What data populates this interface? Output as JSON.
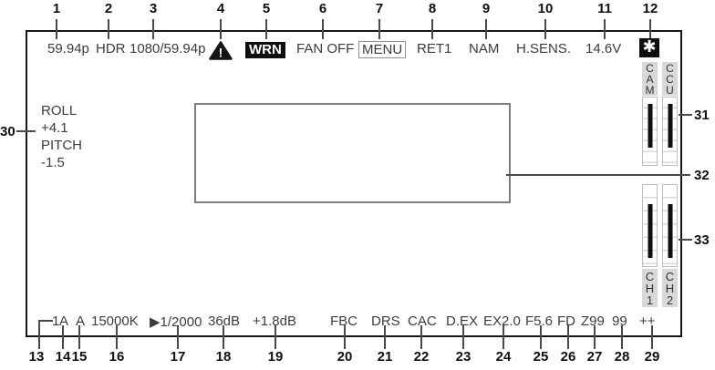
{
  "colors": {
    "frame_border": "#141414",
    "callout_text": "#0f0f0f",
    "leader_line": "#4a4a4a",
    "osd_text": "#3c3c3c",
    "inverted_bg": "#0f0f0f",
    "inverted_text": "#ffffff",
    "label_chip_bg": "#d8d8d8",
    "meter_bar": "#0f0f0f",
    "meter_border": "#bdbdbd",
    "message_box_border": "#7d7d7d"
  },
  "top_callouts": [
    {
      "num": "1",
      "label": "59.94p",
      "style": "plain",
      "name": "osd-59-94p"
    },
    {
      "num": "2",
      "label": "HDR",
      "style": "plain",
      "name": "osd-hdr"
    },
    {
      "num": "3",
      "label": "1080/59.94p",
      "style": "plain",
      "name": "osd-1080-59-94p"
    },
    {
      "num": "4",
      "label": "!",
      "style": "warning-icon",
      "name": "warning-icon"
    },
    {
      "num": "5",
      "label": "WRN",
      "style": "inverted",
      "name": "osd-wrn"
    },
    {
      "num": "6",
      "label": "FAN OFF",
      "style": "plain",
      "name": "osd-fan-off"
    },
    {
      "num": "7",
      "label": "MENU",
      "style": "boxed",
      "name": "osd-menu"
    },
    {
      "num": "8",
      "label": "RET1",
      "style": "plain",
      "name": "osd-ret1"
    },
    {
      "num": "9",
      "label": "NAM",
      "style": "plain",
      "name": "osd-nam"
    },
    {
      "num": "10",
      "label": "H.SENS.",
      "style": "plain",
      "name": "osd-h-sens"
    },
    {
      "num": "11",
      "label": "14.6V",
      "style": "plain",
      "name": "osd-14-6v"
    },
    {
      "num": "12",
      "label": "✱",
      "style": "inverted-icon",
      "name": "asterisk-icon"
    }
  ],
  "bottom_callouts": [
    {
      "num": "13",
      "label": "1",
      "style": "plain",
      "name": "osd-1"
    },
    {
      "num": "14",
      "label": "A",
      "style": "plain",
      "name": "osd-a-first"
    },
    {
      "num": "15",
      "label": "A",
      "style": "plain",
      "name": "osd-a-second"
    },
    {
      "num": "16",
      "label": "15000K",
      "style": "plain",
      "name": "osd-15000k"
    },
    {
      "num": "17",
      "label": "▶1/2000",
      "style": "plain",
      "name": "osd-shutter-1-2000"
    },
    {
      "num": "18",
      "label": "36dB",
      "style": "plain",
      "name": "osd-36db"
    },
    {
      "num": "19",
      "label": "+1.8dB",
      "style": "plain",
      "name": "osd-plus-1-8db"
    },
    {
      "num": "20",
      "label": "FBC",
      "style": "plain",
      "name": "osd-fbc"
    },
    {
      "num": "21",
      "label": "DRS",
      "style": "plain",
      "name": "osd-drs"
    },
    {
      "num": "22",
      "label": "CAC",
      "style": "plain",
      "name": "osd-cac"
    },
    {
      "num": "23",
      "label": "D.EX",
      "style": "plain",
      "name": "osd-d-ex"
    },
    {
      "num": "24",
      "label": "EX2.0",
      "style": "plain",
      "name": "osd-ex2-0"
    },
    {
      "num": "25",
      "label": "F5.6",
      "style": "plain",
      "name": "osd-f5-6"
    },
    {
      "num": "26",
      "label": "FD",
      "style": "plain",
      "name": "osd-fd"
    },
    {
      "num": "27",
      "label": "Z99",
      "style": "plain",
      "name": "osd-z99"
    },
    {
      "num": "28",
      "label": "99",
      "style": "plain",
      "name": "osd-99"
    },
    {
      "num": "29",
      "label": "++",
      "style": "plain",
      "name": "osd-plus-plus"
    }
  ],
  "left_osd": {
    "num": "30",
    "lines": [
      "ROLL",
      "+4.1",
      "PITCH",
      "-1.5"
    ]
  },
  "level_meters_top": {
    "num": "31",
    "meters": [
      "CAM",
      "CCU"
    ]
  },
  "message_box": {
    "num": "32"
  },
  "audio_meters_bottom": {
    "num": "33",
    "meters": [
      "CH1",
      "CH2"
    ]
  }
}
